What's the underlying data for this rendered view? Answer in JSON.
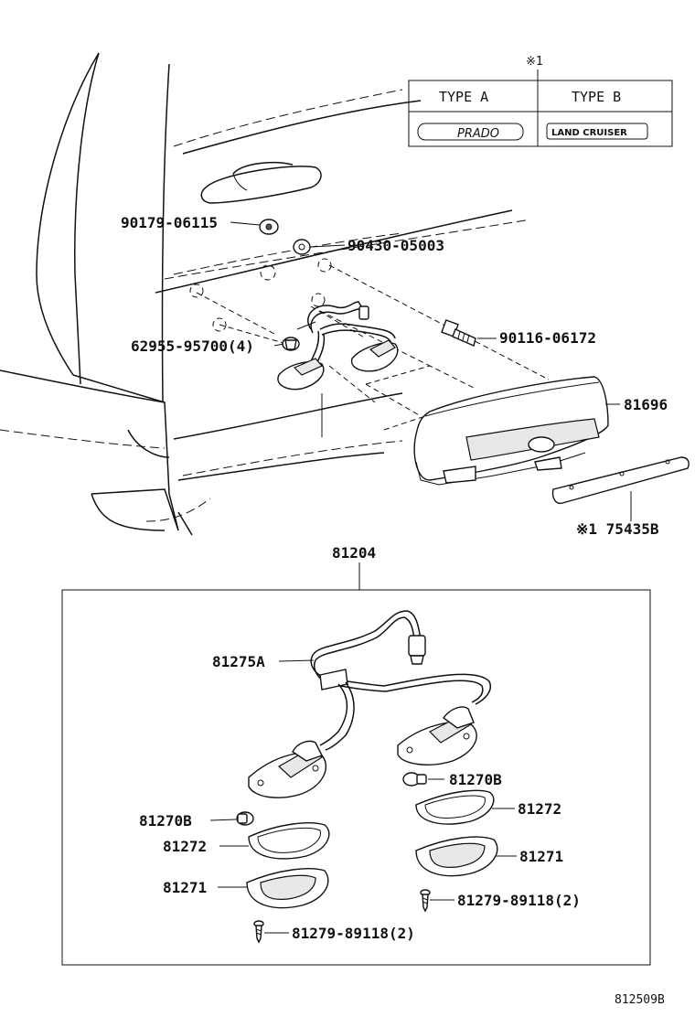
{
  "table": {
    "note_mark": "※1",
    "type_a": "TYPE A",
    "type_b": "TYPE B",
    "emblem_a": "PRADO",
    "emblem_b": "LAND CRUISER"
  },
  "parts": {
    "p90179": "90179-06115",
    "p90430": "90430-05003",
    "p90116": "90116-06172",
    "p62955": "62955-95700(4)",
    "p81696": "81696",
    "p75435": "※1 75435B",
    "p81204": "81204",
    "p81275": "81275A",
    "p81270_r": "81270B",
    "p81270_l": "81270B",
    "p81272_r": "81272",
    "p81272_l": "81272",
    "p81271_r": "81271",
    "p81271_l": "81271",
    "p81279_r": "81279-89118(2)",
    "p81279_l": "81279-89118(2)"
  },
  "figure_id": "812509B"
}
